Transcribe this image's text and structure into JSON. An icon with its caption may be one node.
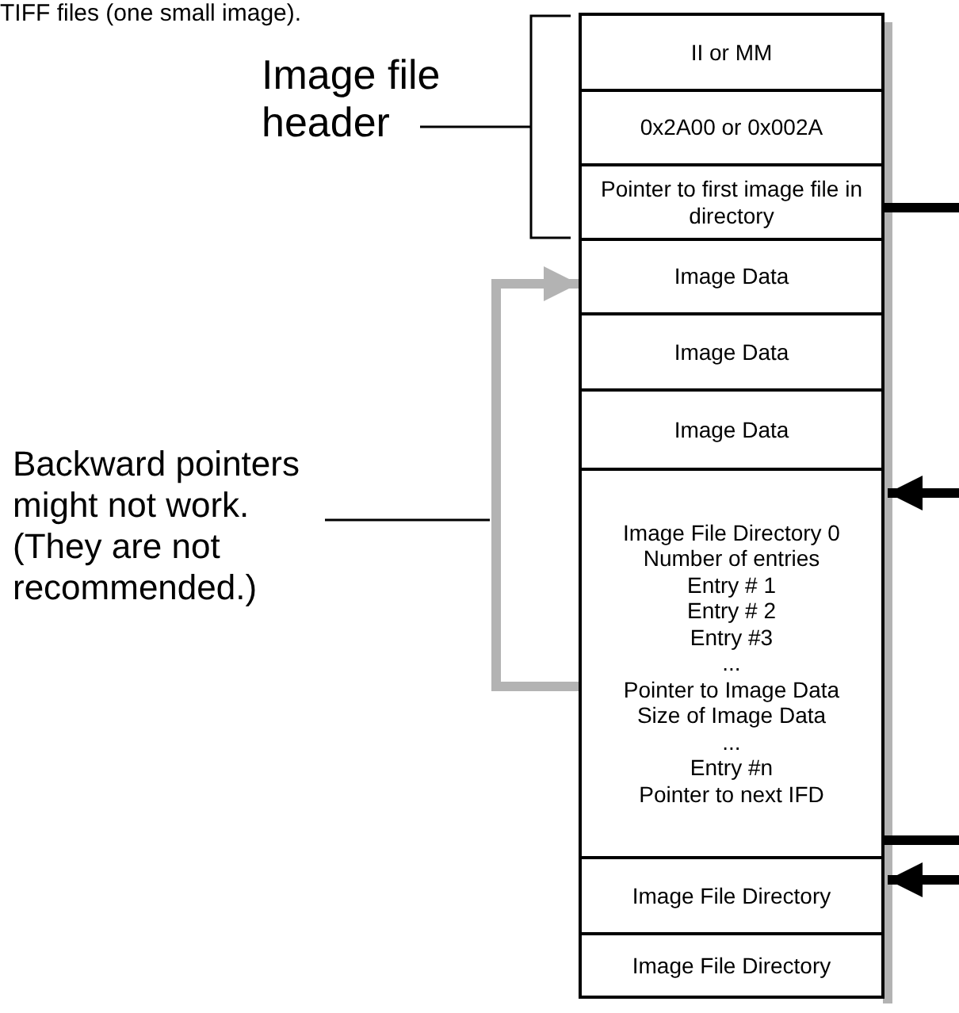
{
  "diagram": {
    "nodes": [
      {
        "text": [
          "Image file header"
        ]
      },
      {
        "text": [
          "II or MM"
        ]
      },
      {
        "text": [
          "0x2A00 or 0x002A"
        ]
      },
      {
        "text": [
          "Pointer to first image file in directory"
        ]
      },
      {
        "text": [
          "Image Data"
        ]
      },
      {
        "text": [
          "Image Data"
        ]
      },
      {
        "text": [
          "Image Data"
        ]
      },
      {
        "text": [
          "Image File Directory 0",
          "Number of entries",
          "Entry # 1",
          "Entry # 2",
          "Entry #3",
          "...",
          "Pointer to Image Data",
          "Size of Image Data",
          "...",
          "Entry #n",
          "Pointer to next IFD"
        ]
      },
      {
        "text": [
          "Image File Directory"
        ]
      },
      {
        "text": [
          "Image File Directory"
        ]
      },
      {
        "text": [
          "Backward pointers might not work. (They are not recommended.)"
        ]
      },
      {
        "text": [],
        "shape": "bracket"
      }
    ],
    "edges": [
      {
        "from": 0,
        "to": 11,
        "arrow": "none"
      },
      {
        "from": 3,
        "to": null,
        "arrow": "none"
      },
      {
        "from": null,
        "to": 7,
        "arrow": "to"
      },
      {
        "from": 7,
        "to": null,
        "arrow": "none"
      },
      {
        "from": null,
        "to": 8,
        "arrow": "to"
      },
      {
        "from": 7,
        "to": 4,
        "arrow": "to",
        "color": "#b3b3b3"
      },
      {
        "from": 10,
        "to": null,
        "arrow": "none"
      }
    ],
    "labels": [
      "TIFF files (one small image)."
    ]
  }
}
